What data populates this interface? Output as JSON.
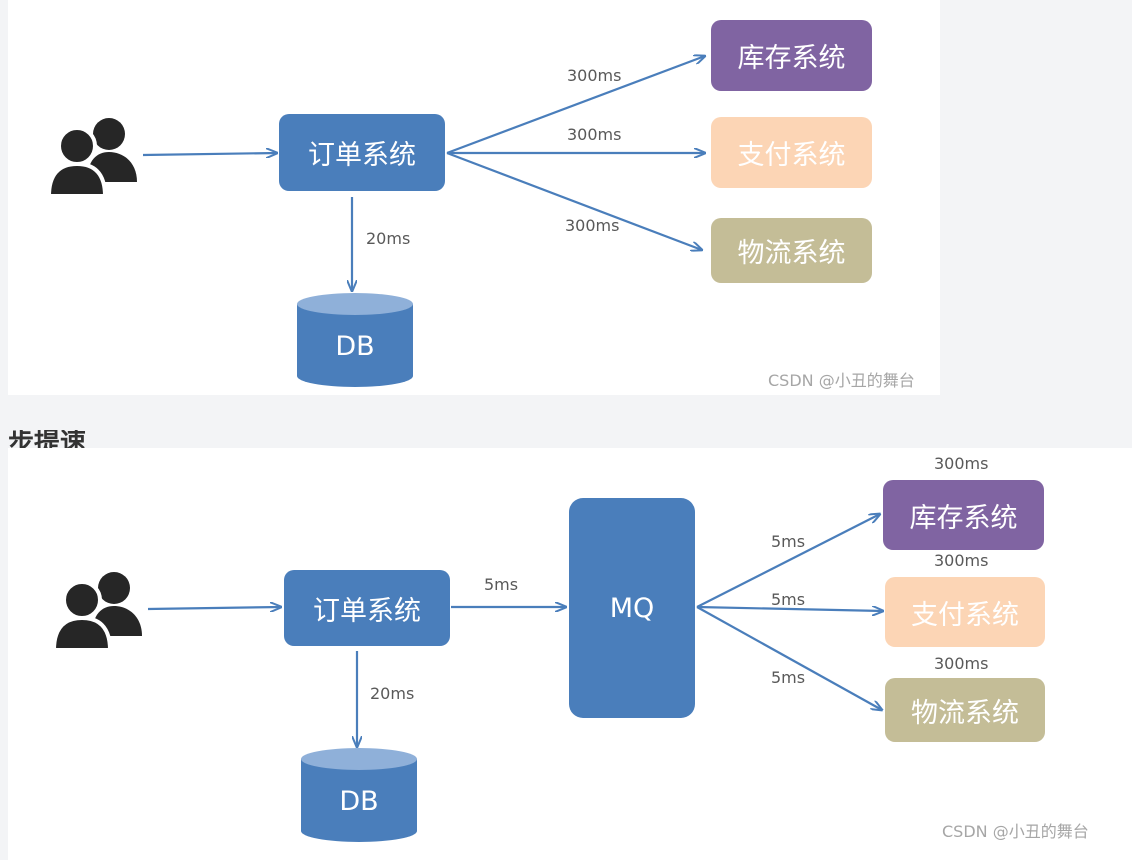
{
  "top": {
    "order": "订单系统",
    "inventory": "库存系统",
    "payment": "支付系统",
    "logistics": "物流系统",
    "db": "DB",
    "label_db": "20ms",
    "label_inventory": "300ms",
    "label_payment": "300ms",
    "label_logistics": "300ms",
    "watermark": "CSDN @小丑的舞台"
  },
  "bottom": {
    "title_fragment": "步提速",
    "order": "订单系统",
    "mq": "MQ",
    "inventory": "库存系统",
    "payment": "支付系统",
    "logistics": "物流系统",
    "db": "DB",
    "label_db": "20ms",
    "label_mq": "5ms",
    "label_to_inventory": "5ms",
    "label_to_payment": "5ms",
    "label_to_logistics": "5ms",
    "label_inventory": "300ms",
    "label_payment": "300ms",
    "label_logistics": "300ms",
    "watermark": "CSDN @小丑的舞台"
  },
  "colors": {
    "blue": "#4a7ebb",
    "purple": "#8064a2",
    "peach": "#fcd5b5",
    "olive": "#c4bd97",
    "arrow": "#4a7ebb",
    "users_icon": "#262626"
  },
  "icons": [
    "users-icon",
    "database-icon"
  ]
}
